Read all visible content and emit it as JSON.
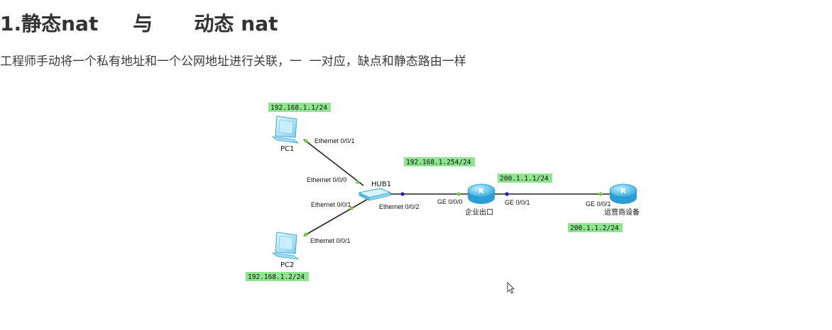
{
  "heading": "1.静态nat     与      动态 nat",
  "description": "工程师手动将一个私有地址和一个公网地址进行关联，一  一对应，缺点和静态路由一样",
  "colors": {
    "ip_label_bg": "#8fe58f",
    "port_dot": "#7ac943",
    "link_dot": "#1a1ad6",
    "device": "#5bc6e8"
  },
  "devices": {
    "pc1": "PC1",
    "pc2": "PC2",
    "hub": "HUB1",
    "router_enterprise": "企业出口",
    "router_isp": "运营商设备"
  },
  "ports": {
    "pc1_eth": "Ethernet 0/0/1",
    "hub_eth0": "Ethernet 0/0/0",
    "hub_eth1": "Ethernet 0/0/1",
    "pc2_eth": "Ethernet 0/0/1",
    "hub_eth2": "Ethernet 0/0/2",
    "r1_ge0": "GE 0/0/0",
    "r1_ge1": "GE 0/0/1",
    "r2_ge1": "GE 0/0/1"
  },
  "ips": {
    "pc1": "192.168.1.1/24",
    "gateway": "192.168.1.254/24",
    "r1_public": "200.1.1.1/24",
    "r2_public": "200.1.1.2/24",
    "pc2": "192.168.1.2/24"
  },
  "icons": [
    "pc-icon",
    "hub-icon",
    "router-icon",
    "cursor-icon"
  ]
}
